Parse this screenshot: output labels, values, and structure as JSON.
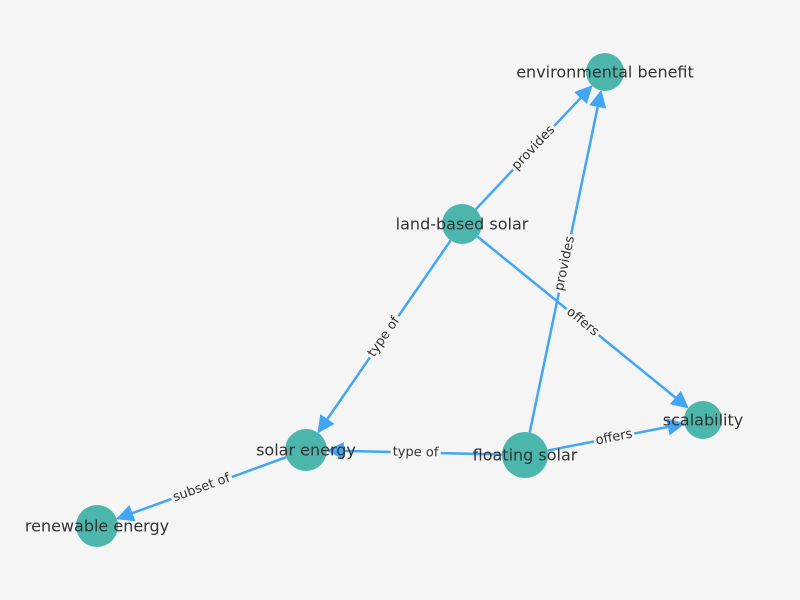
{
  "colors": {
    "background": "#f5f5f5",
    "node_fill": "#4db6ac",
    "edge_stroke": "#42a5f5",
    "text": "#333333"
  },
  "nodes": [
    {
      "id": "environmental-benefit",
      "label": "environmental benefit"
    },
    {
      "id": "land-based-solar",
      "label": "land-based solar"
    },
    {
      "id": "scalability",
      "label": "scalability"
    },
    {
      "id": "solar-energy",
      "label": "solar energy"
    },
    {
      "id": "floating-solar",
      "label": "floating solar"
    },
    {
      "id": "renewable-energy",
      "label": "renewable energy"
    }
  ],
  "edges": [
    {
      "source": "land-based-solar",
      "target": "environmental-benefit",
      "label": "provides"
    },
    {
      "source": "floating-solar",
      "target": "environmental-benefit",
      "label": "provides"
    },
    {
      "source": "land-based-solar",
      "target": "scalability",
      "label": "offers"
    },
    {
      "source": "floating-solar",
      "target": "scalability",
      "label": "offers"
    },
    {
      "source": "land-based-solar",
      "target": "solar-energy",
      "label": "type of"
    },
    {
      "source": "floating-solar",
      "target": "solar-energy",
      "label": "type of"
    },
    {
      "source": "solar-energy",
      "target": "renewable-energy",
      "label": "subset of"
    }
  ]
}
